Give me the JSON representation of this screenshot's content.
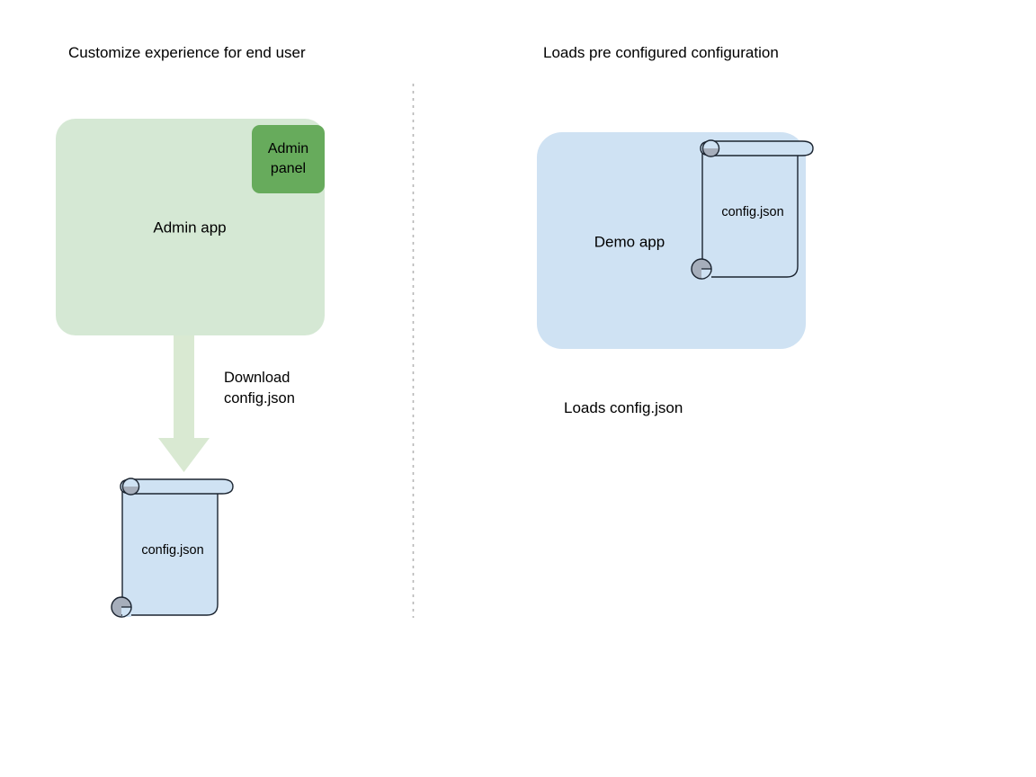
{
  "diagram": {
    "type": "flow-diagram",
    "background": "#ffffff",
    "colors": {
      "app_green_fill": "#d5e8d4",
      "admin_panel_green": "#67ab5c",
      "app_blue_fill": "#cfe2f3",
      "arrow_green": "#d9e9d2",
      "outline_dark": "#1b2430",
      "scroll_curl_gray": "#a6aebb",
      "divider_gray": "#b6b6b6"
    },
    "left_section": {
      "title": "Customize experience for end user",
      "app_box": {
        "label": "Admin app",
        "fill": "#d5e8d4"
      },
      "admin_panel": {
        "line1": "Admin",
        "line2": "panel",
        "fill": "#67ab5c"
      },
      "arrow": {
        "line1": "Download",
        "line2": "config.json",
        "direction": "down",
        "fill": "#d9e9d2"
      },
      "document": {
        "label": "config.json",
        "fill": "#cfe2f3",
        "shape": "scroll"
      }
    },
    "right_section": {
      "title": "Loads pre configured configuration",
      "app_box": {
        "label": "Demo app",
        "fill": "#cfe2f3"
      },
      "document": {
        "label": "config.json",
        "fill": "#cfe2f3",
        "shape": "scroll"
      },
      "caption": "Loads config.json"
    },
    "divider": {
      "style": "dotted-vertical",
      "color": "#b6b6b6"
    }
  }
}
